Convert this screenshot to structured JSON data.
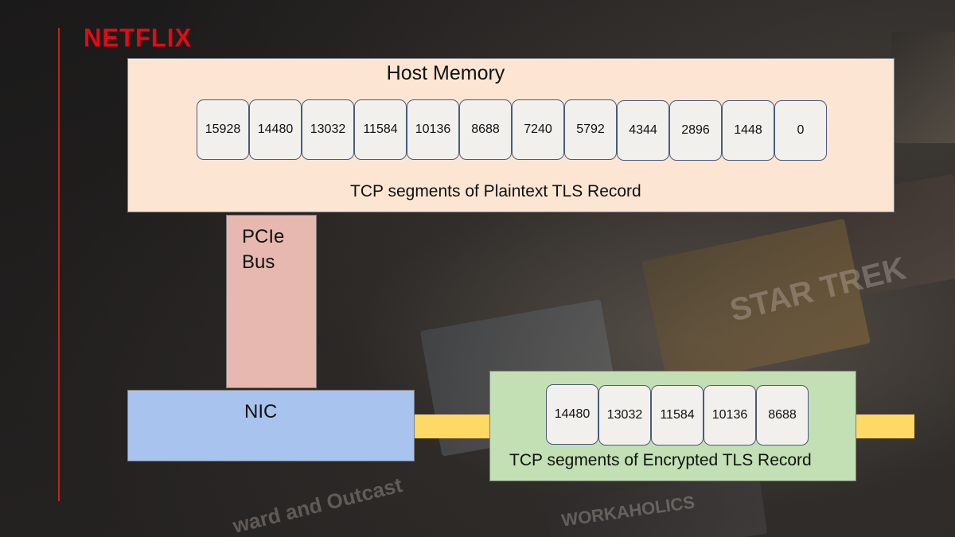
{
  "logo": "NETFLIX",
  "host_memory": {
    "title": "Host Memory",
    "segments": [
      "15928",
      "14480",
      "13032",
      "11584",
      "10136",
      "8688",
      "7240",
      "5792",
      "4344",
      "2896",
      "1448",
      "0"
    ],
    "caption": "TCP segments of Plaintext TLS Record"
  },
  "pcie": {
    "label_line1": "PCIe",
    "label_line2": "Bus"
  },
  "nic": {
    "label": "NIC"
  },
  "encrypted": {
    "segments": [
      "14480",
      "13032",
      "11584",
      "10136",
      "8688"
    ],
    "caption": "TCP segments of Encrypted TLS Record"
  },
  "background_text": [
    "STAR TREK",
    "WORKAHOLICS",
    "ward and Outcast"
  ],
  "colors": {
    "accent_red": "#e50914",
    "host_fill": "#fce6d3",
    "pcie_fill": "#e6b8b0",
    "nic_fill": "#a8c4ee",
    "encrypted_fill": "#c2e0b4",
    "wire_fill": "#ffd966"
  }
}
